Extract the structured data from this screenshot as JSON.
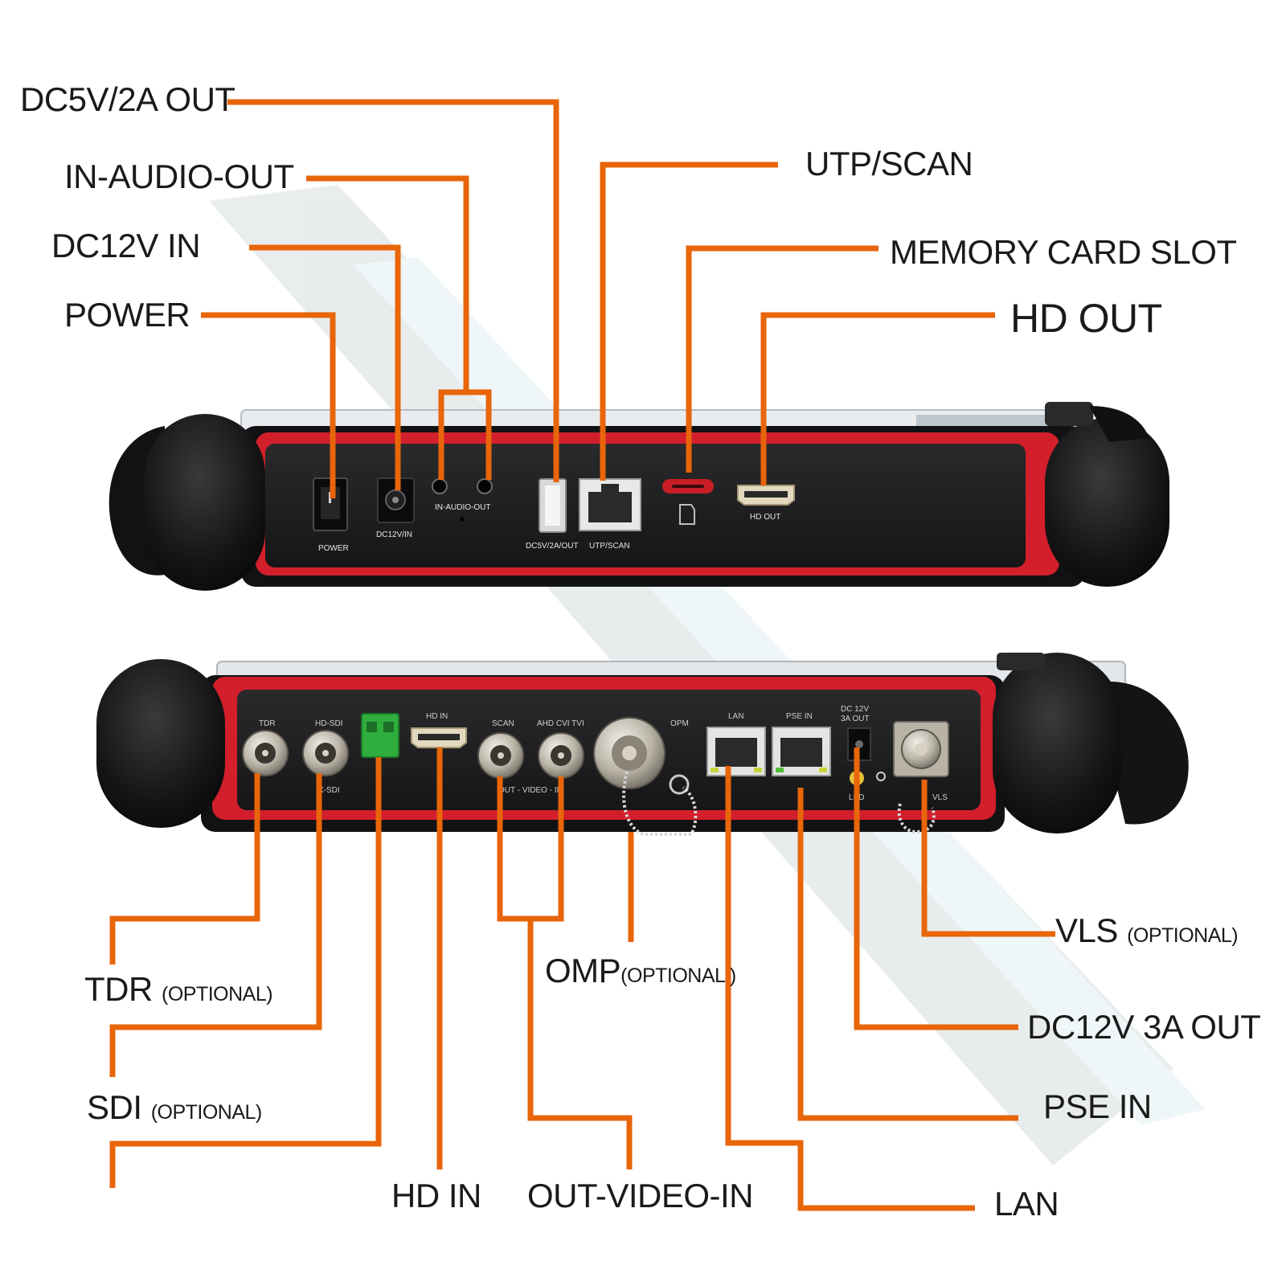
{
  "top_device": {
    "port_labels": {
      "power": "POWER",
      "dc12v_in": "DC12V/IN",
      "audio": "IN-AUDIO-OUT",
      "usb": "DC5V/2A/OUT",
      "utp": "UTP/SCAN",
      "hd_out": "HD OUT"
    }
  },
  "bottom_device": {
    "port_labels": {
      "tdr": "TDR",
      "hd_sdi": "HD-SDI",
      "x_sdi": "X-SDI",
      "hd_in": "HD IN",
      "scan": "SCAN",
      "ahd": "AHD CVI TVI",
      "opm": "OPM",
      "lan": "LAN",
      "pse_in": "PSE IN",
      "dc12_line1": "DC 12V",
      "dc12_line2": "3A OUT",
      "out_video": "OUT - VIDEO - IN",
      "led": "LED",
      "vls": "VLS"
    }
  },
  "callouts": {
    "dc5v": "DC5V/2A OUT",
    "in_audio_out": "IN-AUDIO-OUT",
    "dc12v_in": "DC12V IN",
    "power": "POWER",
    "utp_scan": "UTP/SCAN",
    "memory_card": "MEMORY CARD SLOT",
    "hd_out": "HD OUT",
    "tdr": "TDR",
    "tdr_opt": "(OPTIONAL)",
    "sdi": "SDI",
    "sdi_opt": "(OPTIONAL)",
    "omp": "OMP",
    "omp_opt": "(OPTIONAL )",
    "vls": "VLS",
    "vls_opt": "(OPTIONAL)",
    "dc12v_3a_out": "DC12V 3A OUT",
    "pse_in": "PSE IN",
    "lan": "LAN",
    "hd_in": "HD IN",
    "out_video_in": "OUT-VIDEO-IN"
  },
  "colors": {
    "leader": "#e8650a",
    "device_red": "#d21f2b",
    "device_black": "#1b1b1d",
    "text": "#1a1a1a",
    "terminal_green": "#2fae3e"
  }
}
